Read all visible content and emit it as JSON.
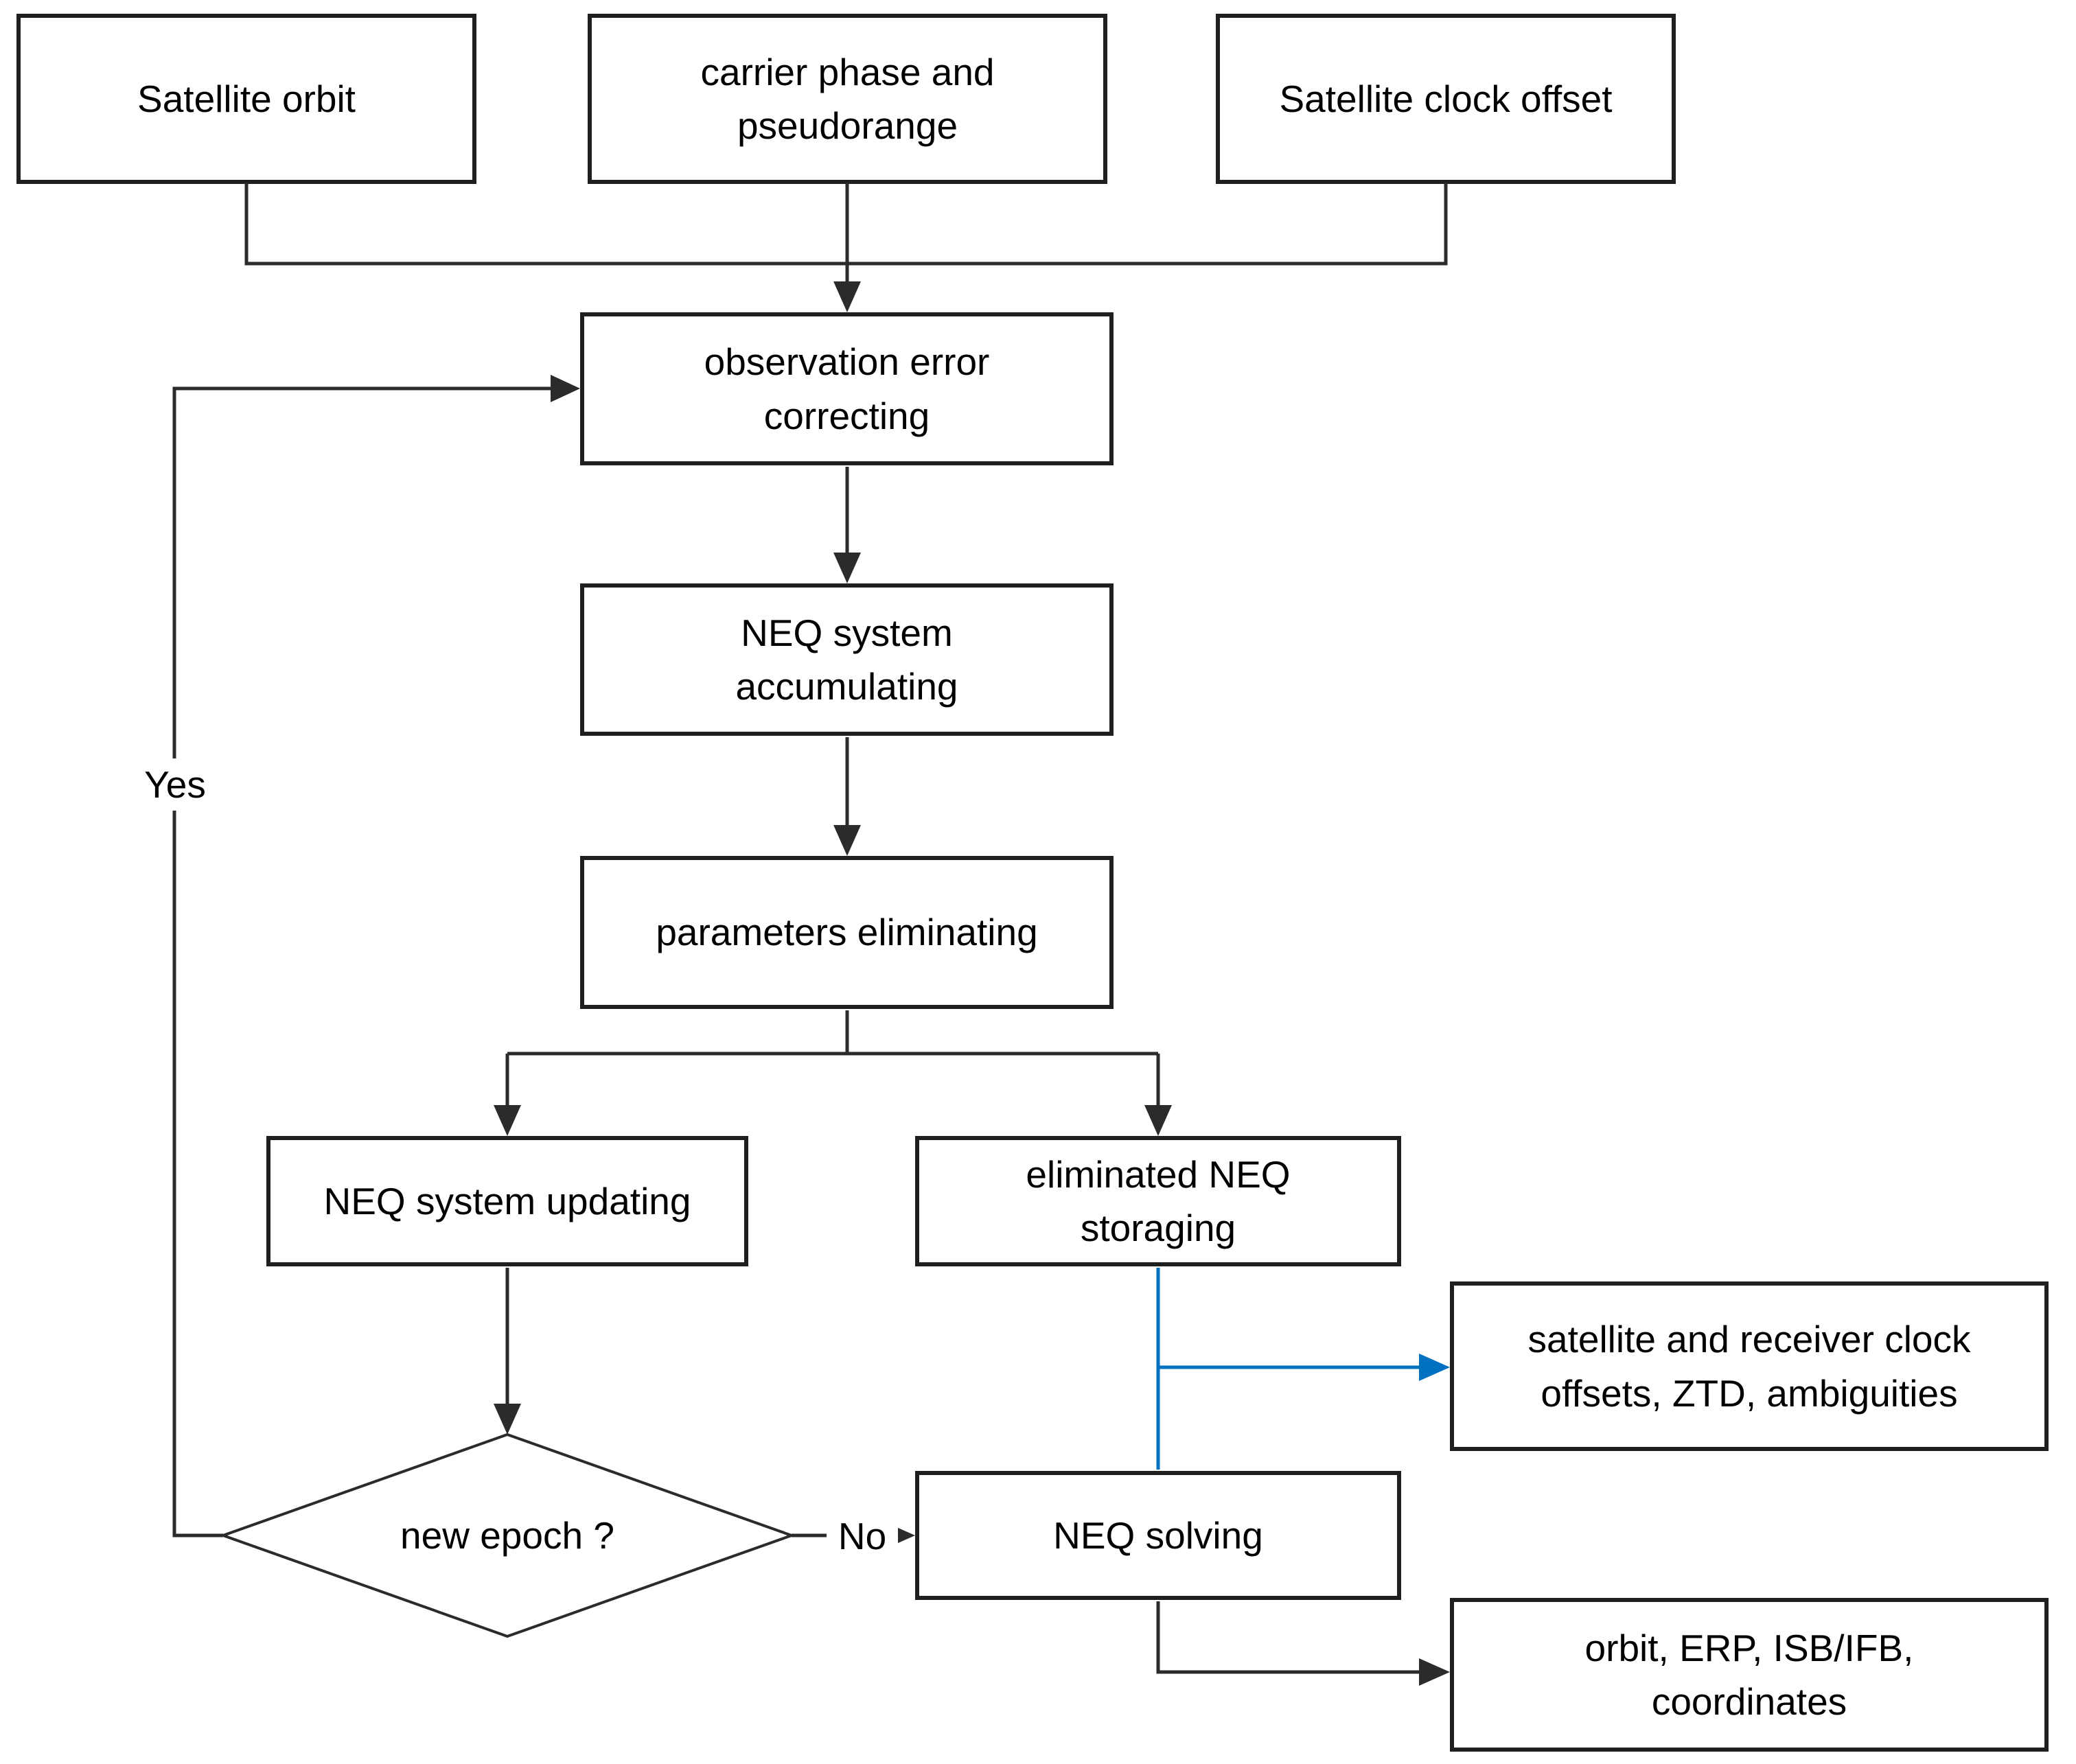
{
  "colors": {
    "ink": "#2b2b2b",
    "border": "#1f1f1f",
    "flow_blue": "#0070c0"
  },
  "nodes": {
    "satellite_orbit": {
      "label": "Satellite orbit"
    },
    "carrier_phase_pseudorange": {
      "label": "carrier phase and\npseudorange"
    },
    "satellite_clock_offset": {
      "label": "Satellite clock offset"
    },
    "observation_error_correcting": {
      "label": "observation error\ncorrecting"
    },
    "neq_system_accumulating": {
      "label": "NEQ system\naccumulating"
    },
    "parameters_eliminating": {
      "label": "parameters eliminating"
    },
    "neq_system_updating": {
      "label": "NEQ system updating"
    },
    "eliminated_neq_storaging": {
      "label": "eliminated NEQ\nstoraging"
    },
    "satellite_receiver_outputs": {
      "label": "satellite and receiver clock\noffsets, ZTD, ambiguities"
    },
    "new_epoch_decision": {
      "label": "new epoch ?"
    },
    "neq_solving": {
      "label": "NEQ solving"
    },
    "solution_outputs": {
      "label": "orbit, ERP, ISB/IFB,\ncoordinates"
    }
  },
  "edge_labels": {
    "yes": "Yes",
    "no": "No"
  }
}
